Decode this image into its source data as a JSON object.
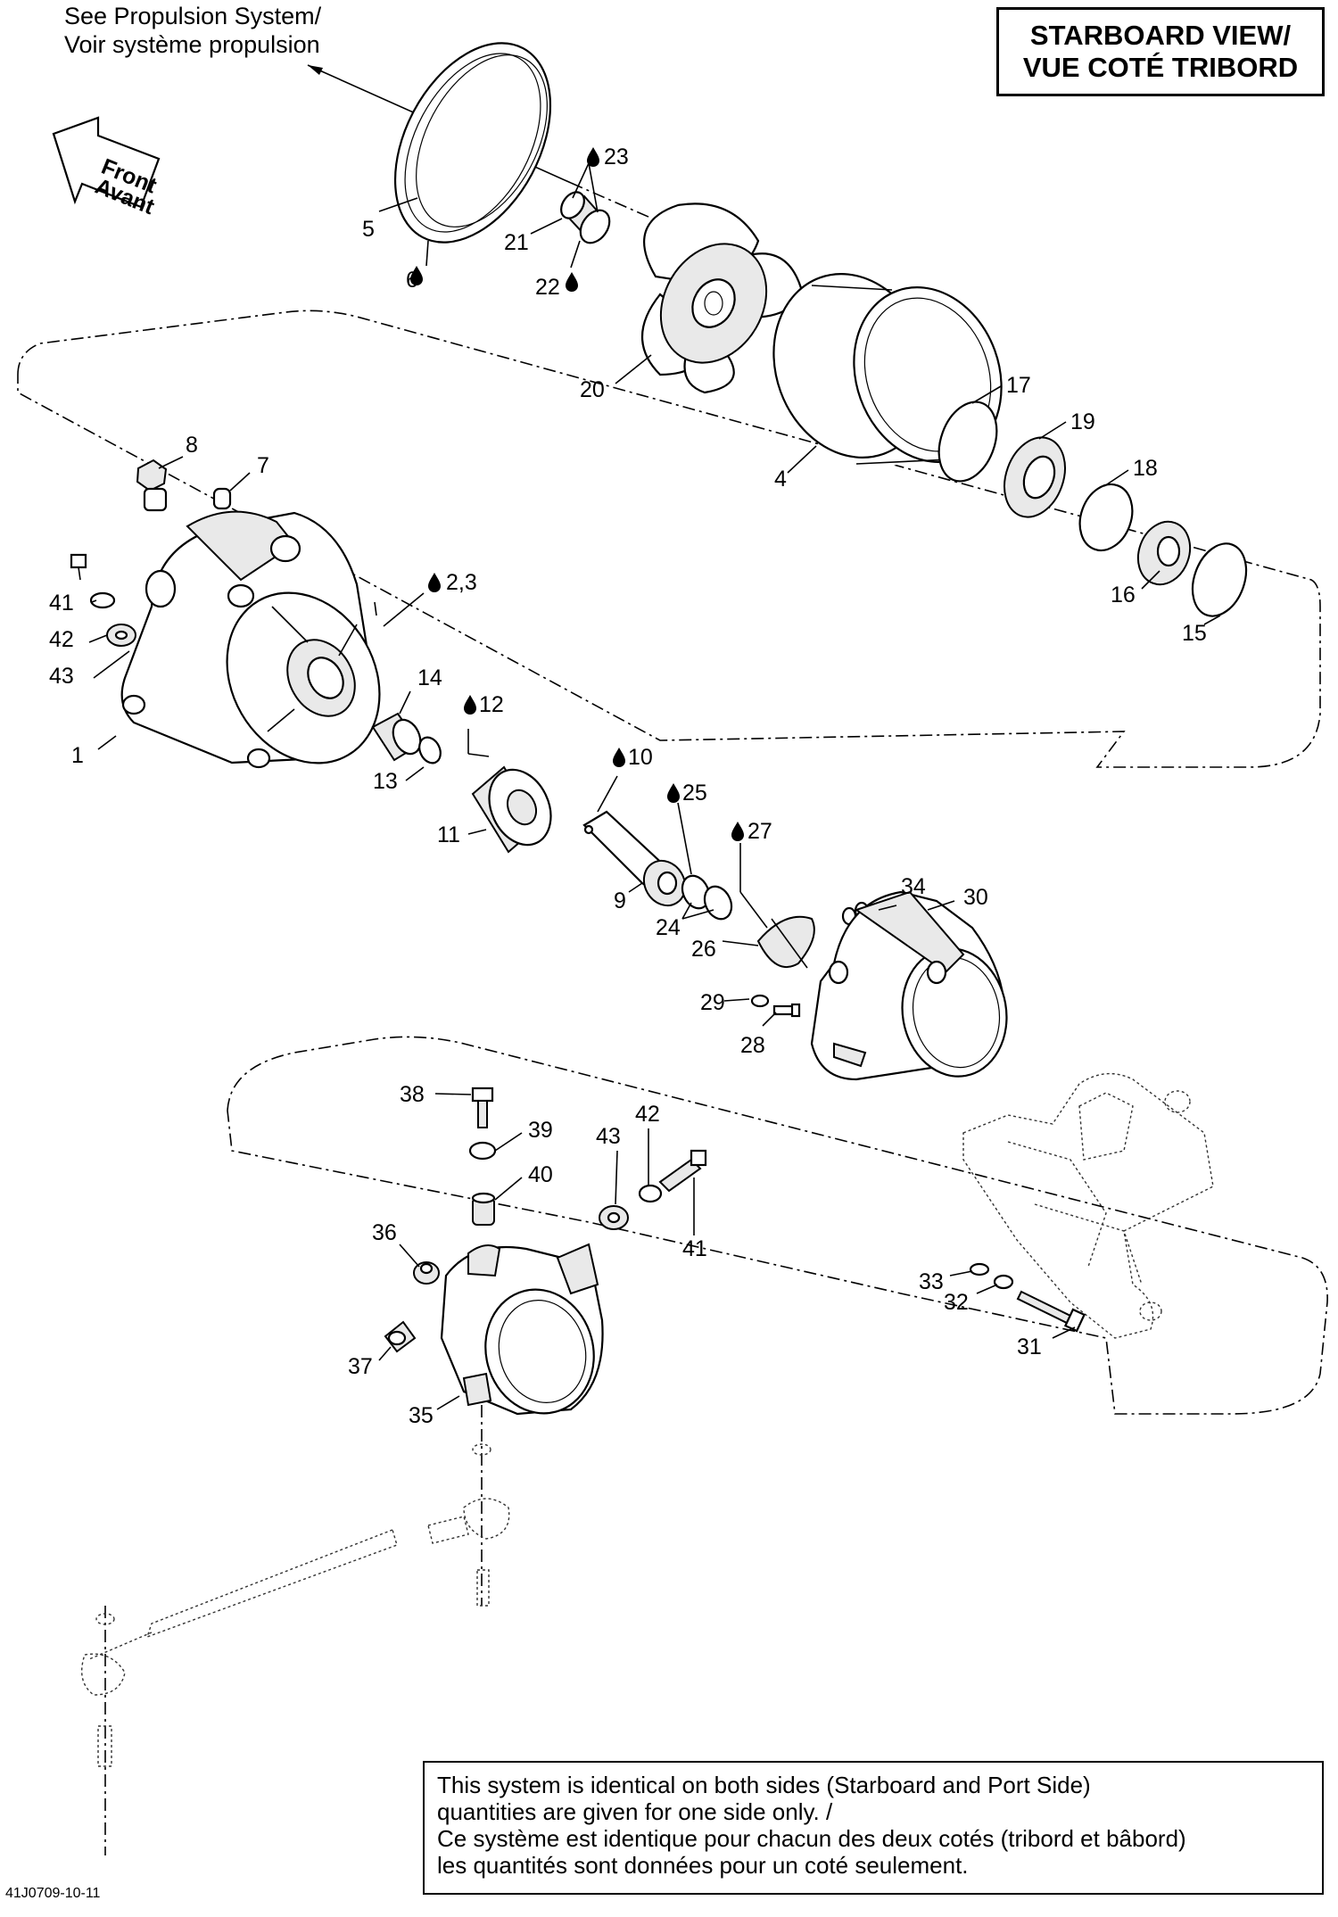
{
  "title": {
    "line1": "STARBOARD VIEW/",
    "line2": "VUE COTÉ TRIBORD"
  },
  "reference_note": {
    "line1": "See Propulsion System/",
    "line2": "Voir système propulsion"
  },
  "front_arrow": {
    "line1": "Front",
    "line2": "Avant"
  },
  "note": {
    "line1": "This system is identical on both sides (Starboard and Port Side)",
    "line2": "quantities are given for one side only. /",
    "line3": "Ce système est identique pour chacun des deux cotés (tribord et bâbord)",
    "line4": "les quantités sont données pour un coté seulement."
  },
  "drawing_code": "41J0709-10-11",
  "callouts": {
    "c1": "1",
    "c2_3": "2,3",
    "c4": "4",
    "c5": "5",
    "c6": "6",
    "c7": "7",
    "c8": "8",
    "c9": "9",
    "c10": "10",
    "c11": "11",
    "c12": "12",
    "c13": "13",
    "c14": "14",
    "c15": "15",
    "c16": "16",
    "c17": "17",
    "c18": "18",
    "c19": "19",
    "c20": "20",
    "c21": "21",
    "c22": "22",
    "c23": "23",
    "c24": "24",
    "c25": "25",
    "c26": "26",
    "c27": "27",
    "c28": "28",
    "c29": "29",
    "c30": "30",
    "c31": "31",
    "c32": "32",
    "c33": "33",
    "c34": "34",
    "c35": "35",
    "c36": "36",
    "c37": "37",
    "c38": "38",
    "c39": "39",
    "c40": "40",
    "c41a": "41",
    "c42a": "42",
    "c43a": "43",
    "c41b": "41",
    "c42b": "42",
    "c43b": "43"
  },
  "icons": {
    "lubricant": "oil-drop-icon",
    "direction": "front-arrow-icon"
  }
}
